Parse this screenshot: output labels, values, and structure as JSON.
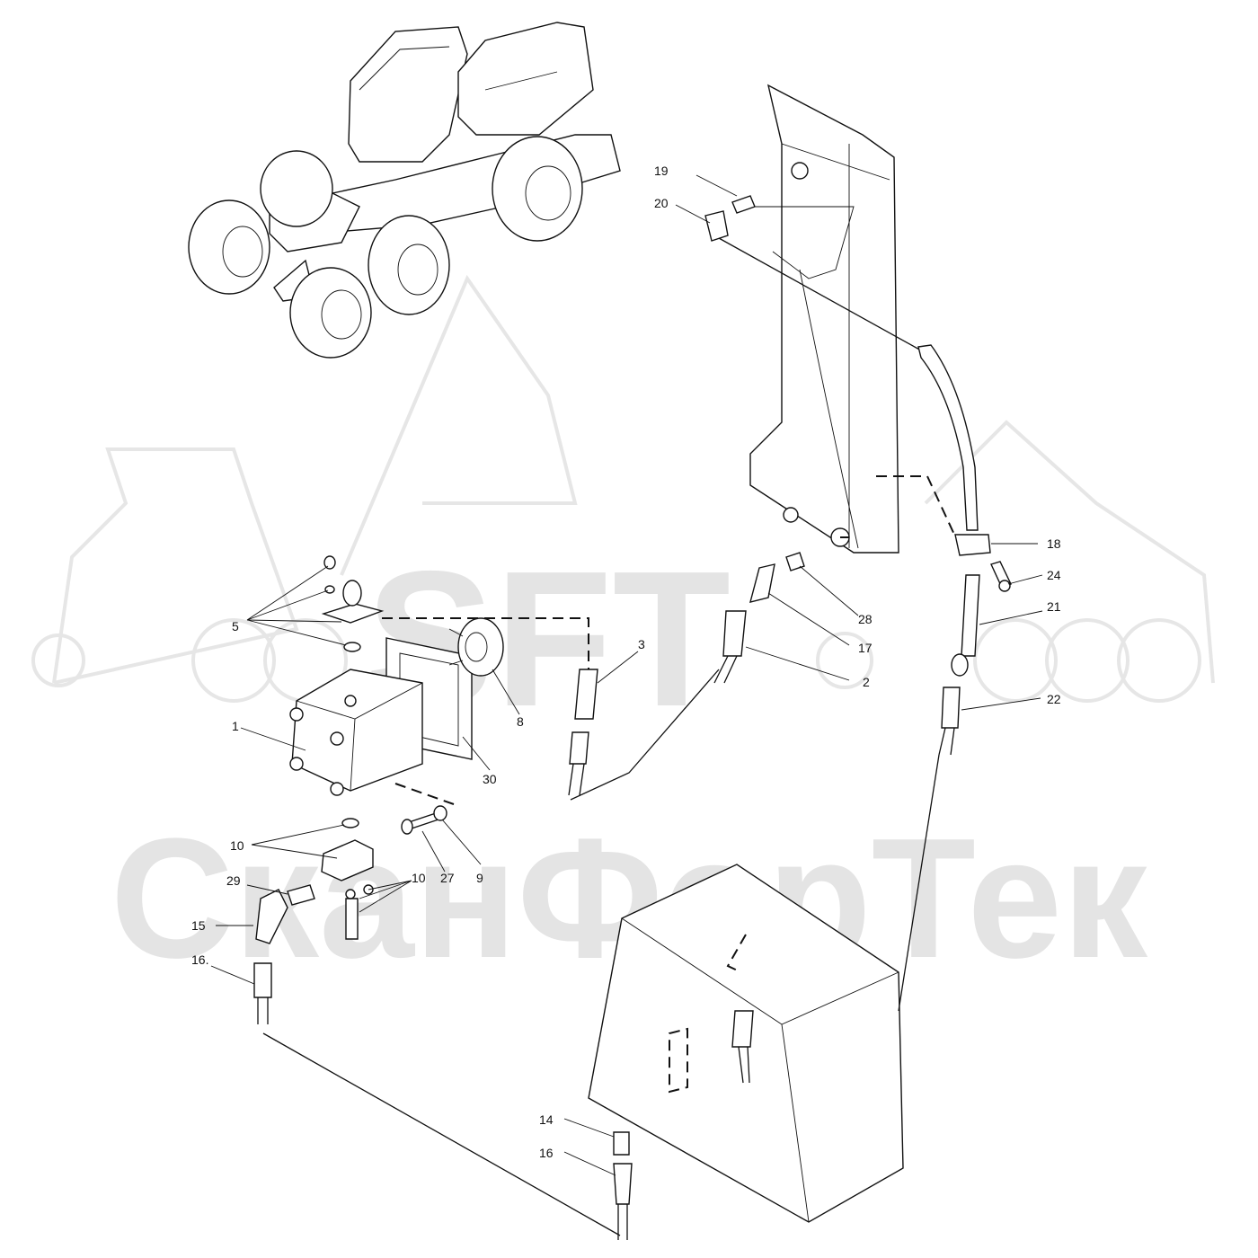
{
  "watermark": {
    "logo": "SFT",
    "brand": "СканФорТек",
    "color": "#e4e4e4"
  },
  "callouts": [
    {
      "id": "c19",
      "text": "19"
    },
    {
      "id": "c20",
      "text": "20"
    },
    {
      "id": "c18",
      "text": "18"
    },
    {
      "id": "c24",
      "text": "24"
    },
    {
      "id": "c28",
      "text": "28"
    },
    {
      "id": "c21",
      "text": "21"
    },
    {
      "id": "c17",
      "text": "17"
    },
    {
      "id": "c2",
      "text": "2"
    },
    {
      "id": "c22",
      "text": "22"
    },
    {
      "id": "c5",
      "text": "5"
    },
    {
      "id": "c3",
      "text": "3"
    },
    {
      "id": "c8",
      "text": "8"
    },
    {
      "id": "c1",
      "text": "1"
    },
    {
      "id": "c30",
      "text": "30"
    },
    {
      "id": "c10a",
      "text": "10"
    },
    {
      "id": "c27",
      "text": "27"
    },
    {
      "id": "c9",
      "text": "9"
    },
    {
      "id": "c10b",
      "text": "10"
    },
    {
      "id": "c29",
      "text": "29"
    },
    {
      "id": "c15",
      "text": "15"
    },
    {
      "id": "c16a",
      "text": "16."
    },
    {
      "id": "c14",
      "text": "14"
    },
    {
      "id": "c16b",
      "text": "16"
    }
  ]
}
